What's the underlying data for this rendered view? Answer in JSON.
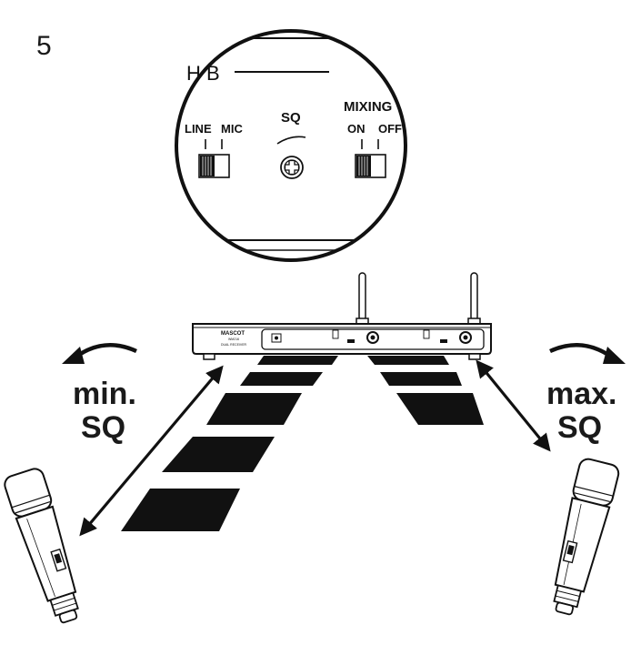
{
  "step_number": "5",
  "zoom_panel": {
    "channel_text": "H B",
    "input_switch": {
      "left_label": "LINE",
      "right_label": "MIC"
    },
    "sq_label": "SQ",
    "mixing": {
      "title": "MIXING",
      "on_label": "ON",
      "off_label": "OFF"
    }
  },
  "receiver": {
    "brand": "MASCOT",
    "model_line1": "WM216",
    "model_line2": "DUAL RECEIVER"
  },
  "left_side": {
    "line1": "min.",
    "line2": "SQ"
  },
  "right_side": {
    "line1": "max.",
    "line2": "SQ"
  },
  "colors": {
    "ink": "#111111",
    "paper": "#ffffff"
  },
  "icons": [
    "rotate-ccw-arrow-icon",
    "rotate-cw-arrow-icon",
    "double-arrow-icon",
    "handheld-microphone-icon"
  ]
}
